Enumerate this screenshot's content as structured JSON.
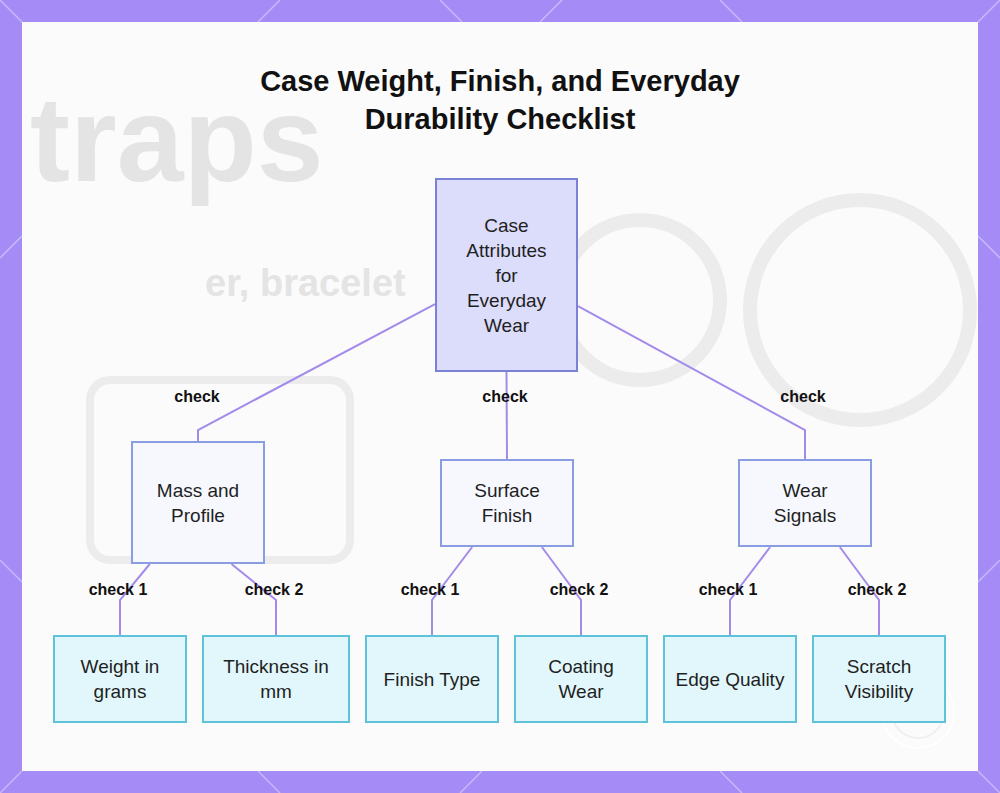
{
  "diagram": {
    "title": "Case Weight, Finish, and Everyday Durability Checklist",
    "nodes": [
      {
        "text": [
          "Case Attributes for Everyday Wear"
        ]
      },
      {
        "text": [
          "Mass and Profile"
        ]
      },
      {
        "text": [
          "Surface Finish"
        ]
      },
      {
        "text": [
          "Wear Signals"
        ]
      },
      {
        "text": [
          "Weight in grams"
        ]
      },
      {
        "text": [
          "Thickness in mm"
        ]
      },
      {
        "text": [
          "Finish Type"
        ]
      },
      {
        "text": [
          "Coating Wear"
        ]
      },
      {
        "text": [
          "Edge Quality"
        ]
      },
      {
        "text": [
          "Scratch Visibility"
        ]
      }
    ],
    "edges": [
      {
        "from": 0,
        "to": 1,
        "label": "check",
        "arrow": "none"
      },
      {
        "from": 0,
        "to": 2,
        "label": "check",
        "arrow": "none"
      },
      {
        "from": 0,
        "to": 3,
        "label": "check",
        "arrow": "none"
      },
      {
        "from": 1,
        "to": 4,
        "label": "check 1",
        "arrow": "none"
      },
      {
        "from": 1,
        "to": 5,
        "label": "check 2",
        "arrow": "none"
      },
      {
        "from": 2,
        "to": 6,
        "label": "check 1",
        "arrow": "none"
      },
      {
        "from": 2,
        "to": 7,
        "label": "check 2",
        "arrow": "none"
      },
      {
        "from": 3,
        "to": 8,
        "label": "check 1",
        "arrow": "none"
      },
      {
        "from": 3,
        "to": 9,
        "label": "check 2",
        "arrow": "none"
      }
    ],
    "labels": [
      "traps",
      "er, bracelet"
    ]
  }
}
